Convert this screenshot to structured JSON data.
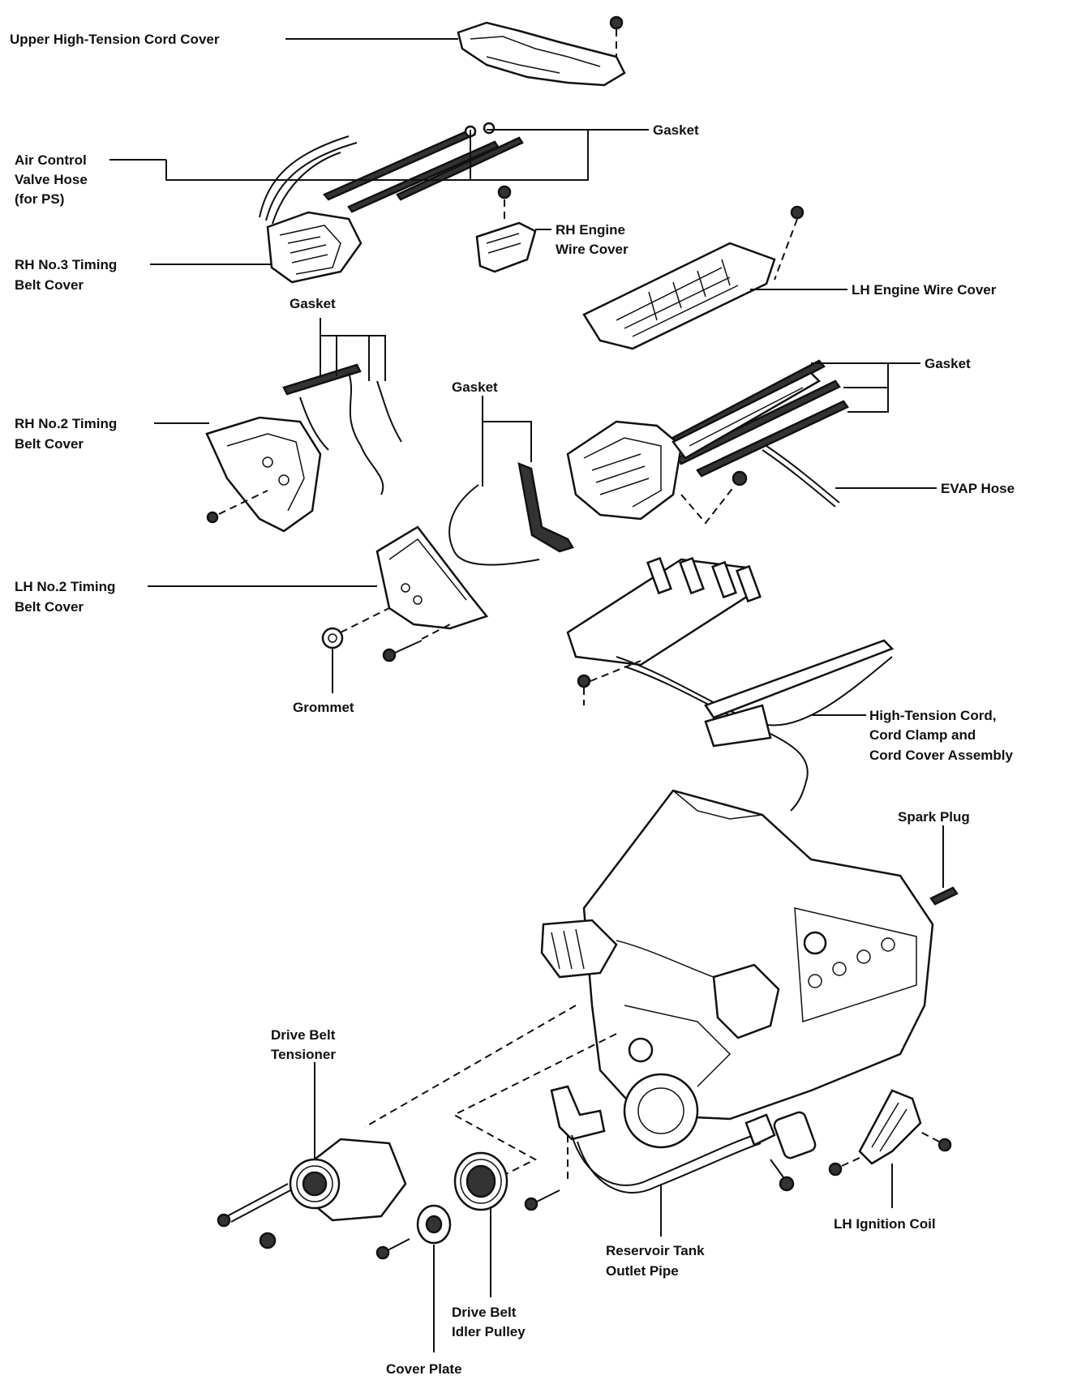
{
  "labels": {
    "upper_cord_cover": "Upper High-Tension Cord Cover",
    "gasket_top": "Gasket",
    "air_control_1": "Air Control",
    "air_control_2": "Valve Hose",
    "air_control_3": "(for PS)",
    "rh_no3_1": "RH No.3 Timing",
    "rh_no3_2": "Belt Cover",
    "rh_engine_wire_1": "RH Engine",
    "rh_engine_wire_2": "Wire Cover",
    "lh_engine_wire": "LH Engine Wire Cover",
    "gasket_mid_left": "Gasket",
    "gasket_right": "Gasket",
    "gasket_center": "Gasket",
    "rh_no2_1": "RH No.2 Timing",
    "rh_no2_2": "Belt Cover",
    "evap_hose": "EVAP Hose",
    "lh_no2_1": "LH No.2 Timing",
    "lh_no2_2": "Belt Cover",
    "grommet": "Grommet",
    "cord_assembly_1": "High-Tension Cord,",
    "cord_assembly_2": "Cord Clamp and",
    "cord_assembly_3": "Cord Cover Assembly",
    "spark_plug": "Spark Plug",
    "tensioner_1": "Drive Belt",
    "tensioner_2": "Tensioner",
    "reservoir_1": "Reservoir Tank",
    "reservoir_2": "Outlet Pipe",
    "lh_ignition_coil": "LH Ignition Coil",
    "idler_1": "Drive Belt",
    "idler_2": "Idler Pulley",
    "cover_plate": "Cover Plate"
  }
}
